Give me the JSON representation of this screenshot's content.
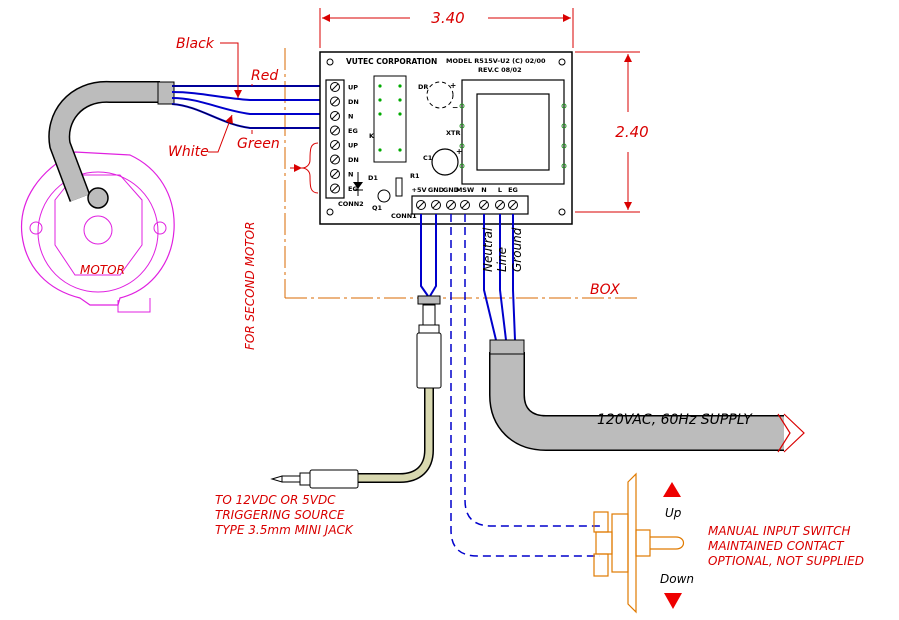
{
  "dimensions": {
    "width": "3.40",
    "height": "2.40"
  },
  "board": {
    "company": "VUTEC CORPORATION",
    "model": "MODEL R515V-U2 (C) 02/00",
    "rev": "REV.C 08/02",
    "left_terminals": [
      "UP",
      "DN",
      "N",
      "EG",
      "UP",
      "DN",
      "N",
      "EG"
    ],
    "bottom_terminals": [
      "+5V",
      "GND",
      "GND",
      "MSW",
      "N",
      "L",
      "EG"
    ],
    "components": {
      "conn2": "CONN2",
      "conn1": "CONN1",
      "k": "K",
      "dr": "DR",
      "xtr": "XTR",
      "c1": "C1",
      "d1": "D1",
      "r1": "R1",
      "q1": "Q1",
      "plus": "+",
      "minus": "−"
    }
  },
  "wires": {
    "black": "Black",
    "red": "Red",
    "white": "White",
    "green": "Green",
    "neutral": "Neutral",
    "line": "Line",
    "ground": "Ground"
  },
  "labels": {
    "motor": "MOTOR",
    "second_motor": "FOR SECOND MOTOR",
    "box": "BOX",
    "supply": "120VAC, 60Hz SUPPLY",
    "trigger": [
      "TO 12VDC OR 5VDC",
      "TRIGGERING SOURCE",
      "TYPE 3.5mm MINI JACK"
    ],
    "switch_note": [
      "MANUAL INPUT SWITCH",
      "MAINTAINED CONTACT",
      "OPTIONAL, NOT SUPPLIED"
    ],
    "up": "Up",
    "down": "Down"
  },
  "colors": {
    "annotation": "#d90000",
    "wire": "#0000cc",
    "motor": "#e020e0",
    "box_dashed": "#d96a00",
    "switch": "#e07a00",
    "terminal": "#2a9a2a"
  }
}
